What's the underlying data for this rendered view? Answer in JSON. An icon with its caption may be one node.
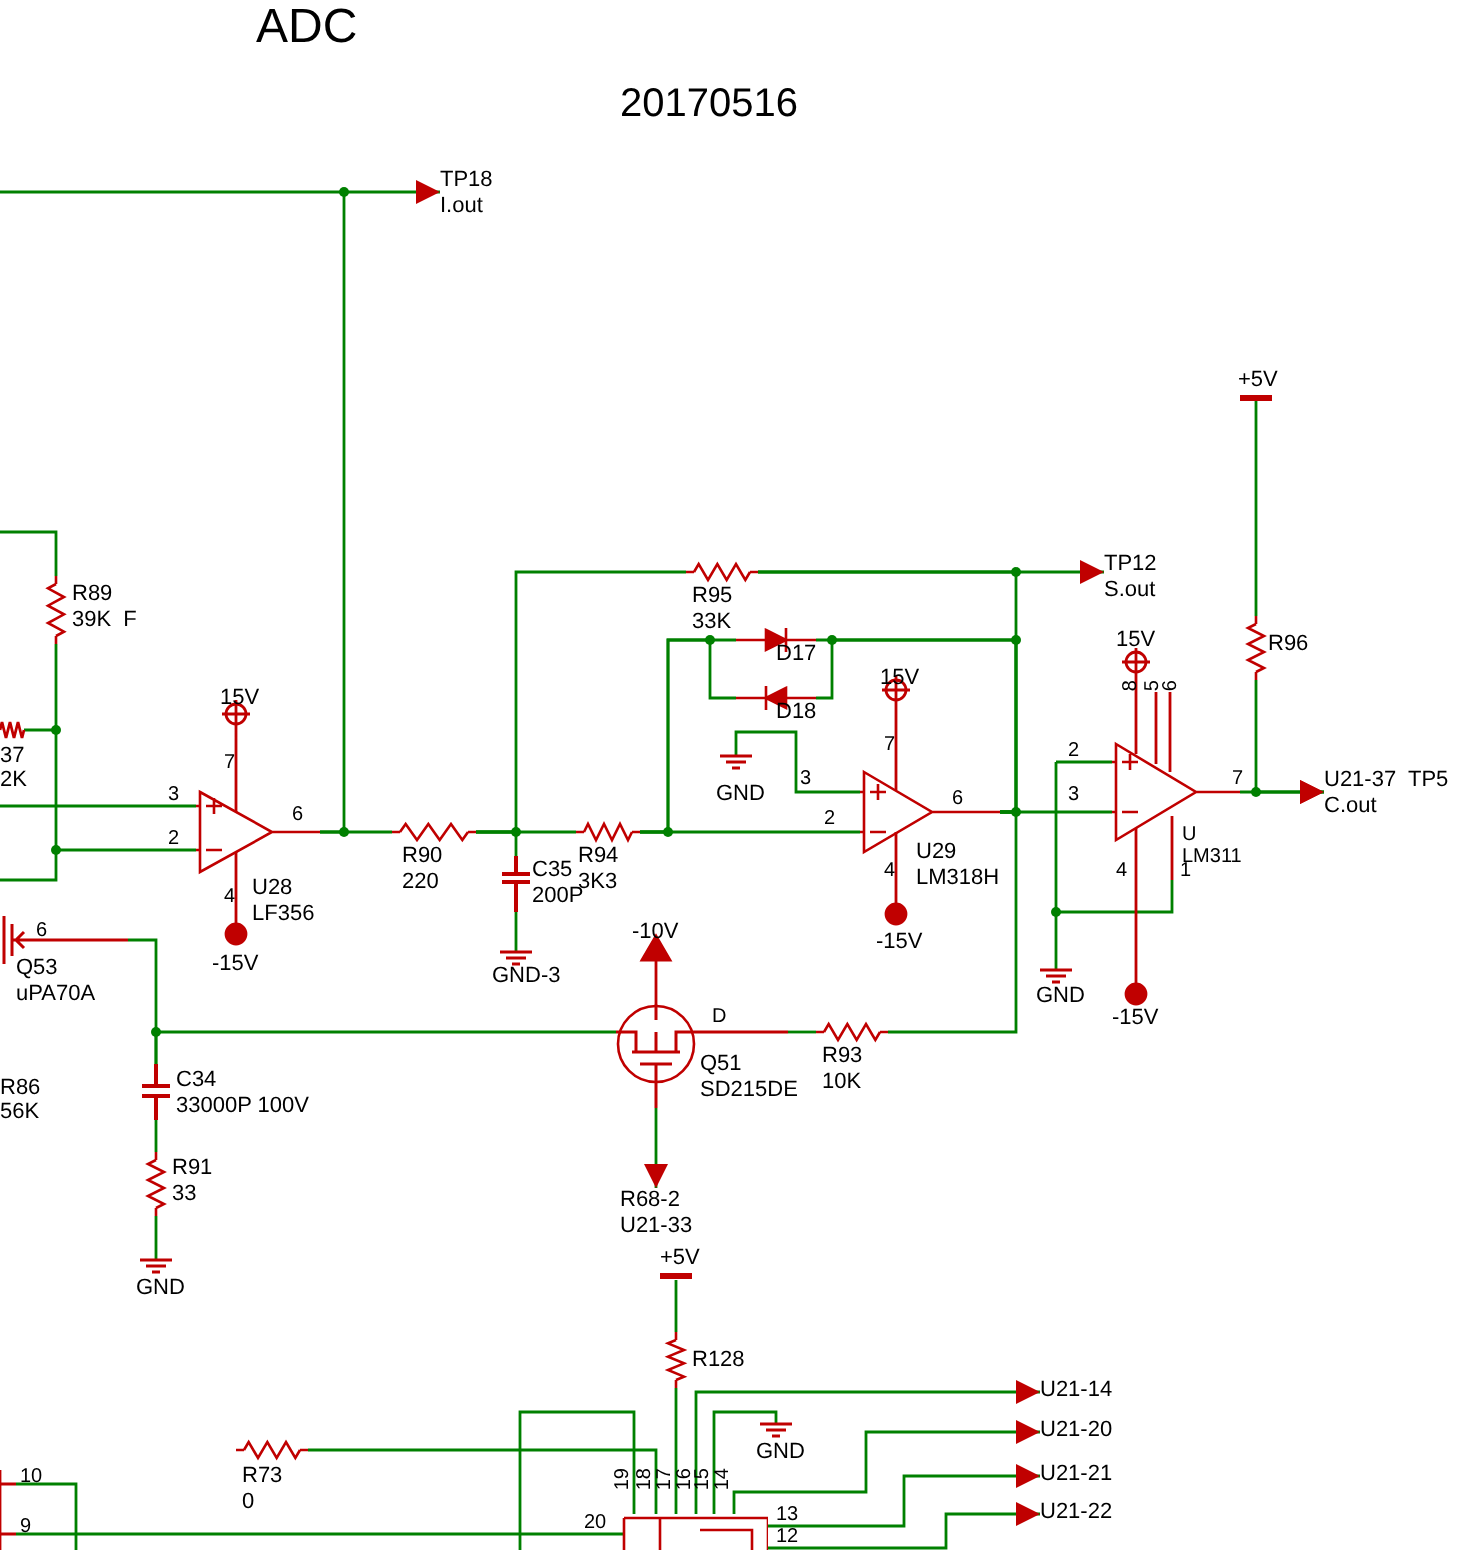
{
  "diagram": {
    "title": "ADC",
    "nodes": [
      {
        "text": [
          "TP18",
          "I.out"
        ]
      },
      {
        "text": [
          "R89",
          "39K  F"
        ]
      },
      {
        "text": [
          "U28",
          "LF356"
        ]
      },
      {
        "text": [
          "R90",
          "220"
        ]
      },
      {
        "text": [
          "C35",
          "200P"
        ]
      },
      {
        "text": [
          "R94",
          "3K3"
        ]
      },
      {
        "text": [
          "R95",
          "33K"
        ]
      },
      {
        "text": [
          "TP12",
          "S.out"
        ]
      },
      {
        "text": [
          "D17"
        ]
      },
      {
        "text": [
          "D18"
        ]
      },
      {
        "text": [
          "U29",
          "LM318H"
        ]
      },
      {
        "text": [
          "R96"
        ]
      },
      {
        "text": [
          "U",
          "LM311"
        ]
      },
      {
        "text": [
          "U21-37  TP5",
          "C.out"
        ]
      },
      {
        "text": [
          "Q53",
          "uPA70A"
        ]
      },
      {
        "text": [
          "Q51",
          "SD215DE"
        ]
      },
      {
        "text": [
          "R93",
          "10K"
        ]
      },
      {
        "text": [
          "C34",
          "33000P 100V"
        ]
      },
      {
        "text": [
          "R91",
          "33"
        ]
      },
      {
        "text": [
          "R68-2",
          "U21-33"
        ]
      },
      {
        "text": [
          "R128"
        ]
      },
      {
        "text": [
          "U21-14"
        ]
      },
      {
        "text": [
          "U21-20"
        ]
      },
      {
        "text": [
          "R73",
          "0"
        ]
      },
      {
        "text": [
          "U21-21"
        ]
      },
      {
        "text": [],
        "shape": "box"
      },
      {
        "text": [
          "U21-22"
        ]
      }
    ],
    "edges": [
      {
        "from": 2,
        "to": 0,
        "arrow": "to"
      },
      {
        "from": 2,
        "to": 3,
        "arrow": "none"
      },
      {
        "from": 3,
        "to": 5,
        "arrow": "none"
      },
      {
        "from": 3,
        "to": 4,
        "arrow": "none"
      },
      {
        "from": 3,
        "to": 6,
        "arrow": "none"
      },
      {
        "from": 1,
        "to": 2,
        "arrow": "none"
      },
      {
        "from": 5,
        "to": 10,
        "arrow": "none"
      },
      {
        "from": 5,
        "to": 8,
        "arrow": "none"
      },
      {
        "from": 5,
        "to": 9,
        "arrow": "none"
      },
      {
        "from": 8,
        "to": 10,
        "arrow": "none"
      },
      {
        "from": 9,
        "to": 10,
        "arrow": "none"
      },
      {
        "from": 6,
        "to": 7,
        "arrow": "to"
      },
      {
        "from": 6,
        "to": 10,
        "arrow": "none"
      },
      {
        "from": 10,
        "to": 12,
        "arrow": "none"
      },
      {
        "from": 12,
        "to": 13,
        "arrow": "to"
      },
      {
        "from": 11,
        "to": 13,
        "arrow": "to"
      },
      {
        "from": 10,
        "to": 16,
        "arrow": "none"
      },
      {
        "from": 16,
        "to": 15,
        "arrow": "none"
      },
      {
        "from": 15,
        "to": 17,
        "arrow": "none"
      },
      {
        "from": 14,
        "to": 17,
        "arrow": "none"
      },
      {
        "from": 17,
        "to": 18,
        "arrow": "none"
      },
      {
        "from": 15,
        "to": 19,
        "arrow": "to"
      },
      {
        "from": 20,
        "to": 25,
        "arrow": "none"
      },
      {
        "from": 23,
        "to": 25,
        "arrow": "none"
      },
      {
        "from": 25,
        "to": 21,
        "arrow": "to"
      },
      {
        "from": 25,
        "to": 22,
        "arrow": "to"
      },
      {
        "from": 25,
        "to": 24,
        "arrow": "to"
      },
      {
        "from": 25,
        "to": 26,
        "arrow": "to"
      }
    ],
    "labels": [
      "20170516",
      "37",
      "2K",
      "15V",
      "7",
      "3",
      "6",
      "2",
      "4",
      "-15V",
      "15V",
      "7",
      "3",
      "2",
      "6",
      "4",
      "-15V",
      "GND",
      "+5V",
      "15V",
      "8",
      "5",
      "6",
      "2",
      "3",
      "7",
      "4",
      "1",
      "GND",
      "-15V",
      "GND-3",
      "6",
      "R86",
      "56K",
      "-10V",
      "D",
      "GND",
      "+5V",
      "GND",
      "10",
      "9",
      "19",
      "18",
      "17",
      "16",
      "15",
      "14",
      "20",
      "13",
      "12"
    ]
  }
}
